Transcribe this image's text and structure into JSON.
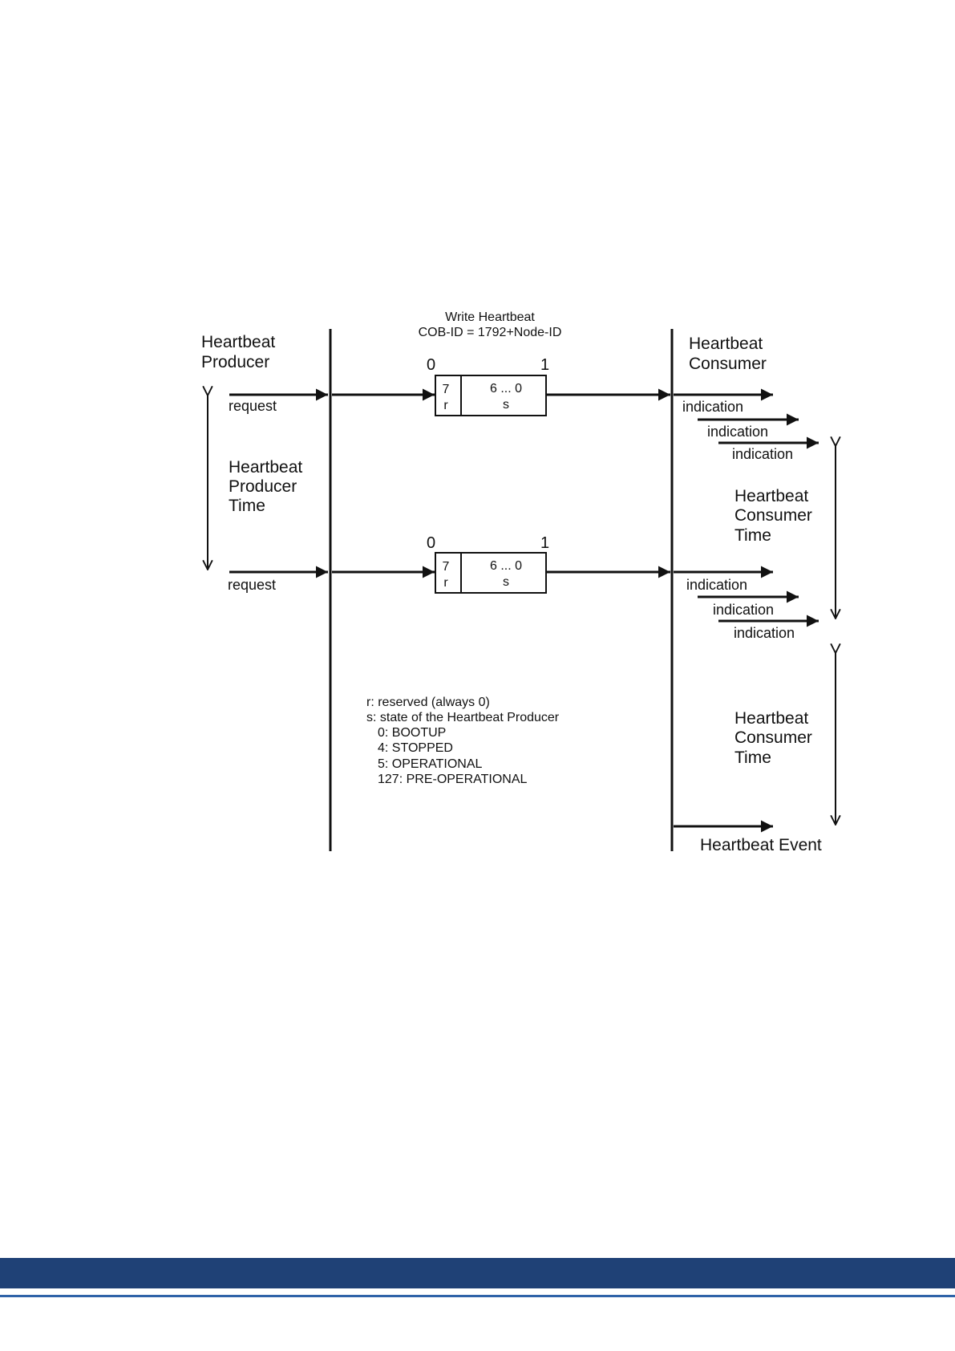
{
  "colors": {
    "footer_band": "#1f4176",
    "footer_line": "#2f63a8",
    "ink": "#111111"
  },
  "header": {
    "line1": "Write Heartbeat",
    "line2": "COB-ID = 1792+Node-ID"
  },
  "producer": {
    "title_line1": "Heartbeat",
    "title_line2": "Producer",
    "time_line1": "Heartbeat",
    "time_line2": "Producer",
    "time_line3": "Time",
    "request_label": "request"
  },
  "consumer": {
    "title_line1": "Heartbeat",
    "title_line2": "Consumer",
    "time_line1": "Heartbeat",
    "time_line2": "Consumer",
    "time_line3": "Time",
    "indication_label": "indication",
    "event_label": "Heartbeat Event"
  },
  "frame": {
    "byte_index_start": "0",
    "byte_index_end": "1",
    "bit7_label": "7",
    "bit7_value": "r",
    "bits_low_label": "6 ... 0",
    "bits_low_value": "s"
  },
  "legend": {
    "reserved": "r: reserved (always 0)",
    "state": "s: state of the Heartbeat Producer",
    "states": [
      "0: BOOTUP",
      "4: STOPPED",
      "5: OPERATIONAL",
      "127: PRE-OPERATIONAL"
    ]
  }
}
